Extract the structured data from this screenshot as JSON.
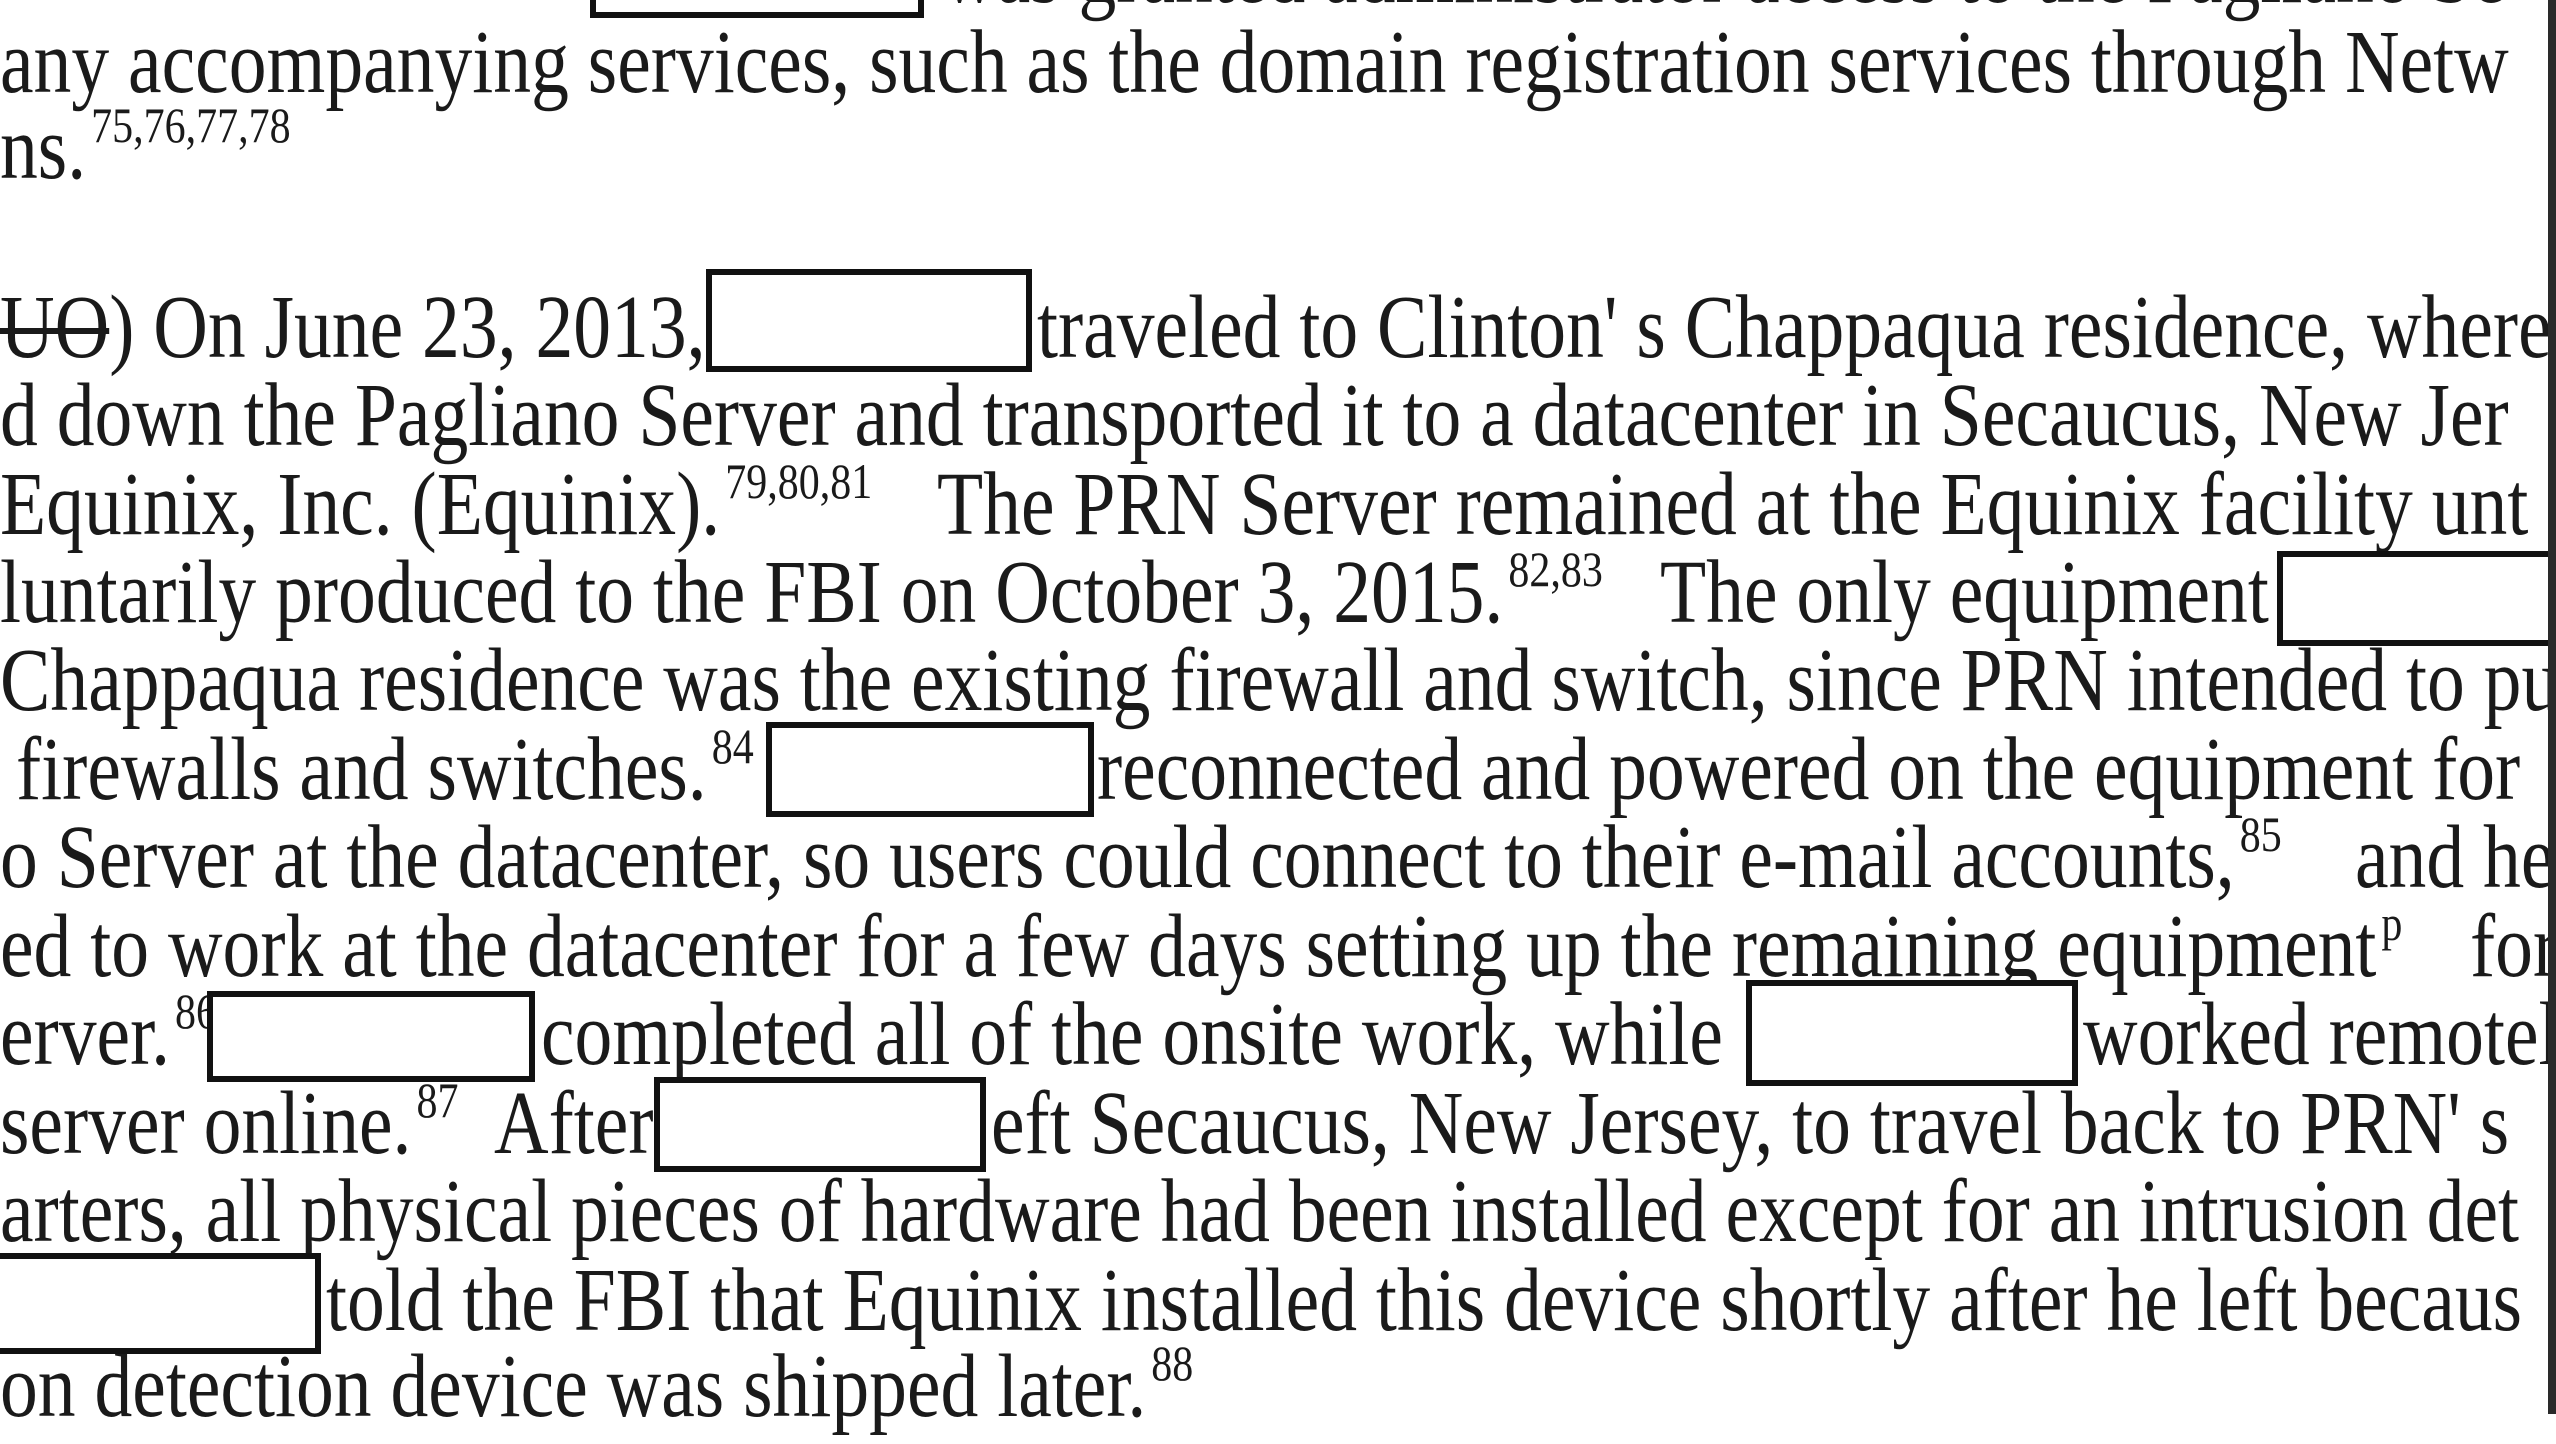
{
  "document": {
    "lines": [
      {
        "segments": [
          {
            "text": "was granted administrator access to the Pagliano Se"
          }
        ]
      },
      {
        "segments": [
          {
            "text": "any accompanying services, such as the domain registration services through Netw"
          }
        ]
      },
      {
        "segments": [
          {
            "text": "ns.",
            "sup": "75,76,77,78"
          }
        ]
      },
      {
        "segments": [
          {
            "strike": "UO",
            "text": ") On June 23, 2013,"
          },
          {
            "text": "traveled to Clinton' s Chappaqua residence, where"
          }
        ]
      },
      {
        "segments": [
          {
            "text": "d down the Pagliano Server and transported it to a datacenter in Secaucus, New Jer"
          }
        ]
      },
      {
        "segments": [
          {
            "text": "Equinix, Inc. (Equinix).",
            "sup": "79,80,81"
          },
          {
            "text": "The PRN Server remained at the Equinix facility unt"
          }
        ]
      },
      {
        "segments": [
          {
            "text": "luntarily produced to the FBI on October 3, 2015.",
            "sup": "82,83"
          },
          {
            "text": "The only equipment"
          }
        ]
      },
      {
        "segments": [
          {
            "text": "Chappaqua residence was the existing firewall and switch, since PRN intended to pu"
          }
        ]
      },
      {
        "segments": [
          {
            "text": "firewalls and switches.",
            "sup": "84"
          },
          {
            "text": "reconnected and powered on the equipment for"
          }
        ]
      },
      {
        "segments": [
          {
            "text": "o Server at the datacenter, so users could connect to their e-mail accounts,",
            "sup": "85"
          },
          {
            "text": "and he"
          }
        ]
      },
      {
        "segments": [
          {
            "text": "ed to work at the datacenter for a few days setting up the remaining equipment",
            "sup": "p"
          },
          {
            "text": "for"
          }
        ]
      },
      {
        "segments": [
          {
            "text": "erver.",
            "sup": "86"
          },
          {
            "text": "completed all of the onsite work, while"
          },
          {
            "text": "worked remotel"
          }
        ]
      },
      {
        "segments": [
          {
            "text": "server online.",
            "sup": "87"
          },
          {
            "text": "After"
          },
          {
            "text": "eft Secaucus, New Jersey, to travel back to PRN' s"
          }
        ]
      },
      {
        "segments": [
          {
            "text": "arters, all physical pieces of hardware had been installed except for an intrusion det"
          }
        ]
      },
      {
        "segments": [
          {
            "text": "told the FBI that Equinix installed this device shortly after he left becaus"
          }
        ]
      },
      {
        "segments": [
          {
            "text": "on detection device was shipped later.",
            "sup": "88"
          }
        ]
      }
    ],
    "redaction_count": 8
  }
}
